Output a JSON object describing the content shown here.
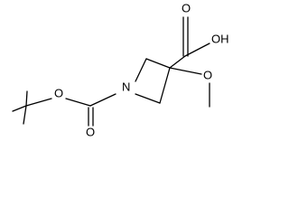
{
  "molecule": {
    "atoms": {
      "ring_nitrogen": "N",
      "carbonyl_oxygen_carboxyl": "O",
      "hydroxyl": "OH",
      "ether_oxygen_methoxy": "O",
      "carbonyl_oxygen_boc": "O",
      "ester_oxygen_boc": "O"
    }
  }
}
